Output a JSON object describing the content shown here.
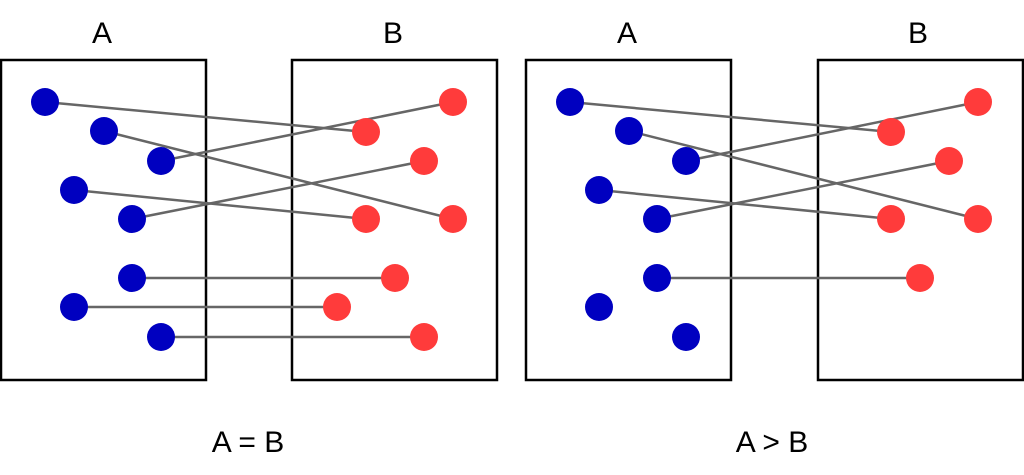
{
  "panels": [
    {
      "set_a_label": "A",
      "set_b_label": "B",
      "caption": "A = B",
      "a_count": 8,
      "b_count": 8,
      "pairs": [
        [
          0,
          1
        ],
        [
          1,
          3
        ],
        [
          2,
          0
        ],
        [
          3,
          4
        ],
        [
          4,
          2
        ],
        [
          5,
          5
        ],
        [
          6,
          6
        ],
        [
          7,
          7
        ]
      ]
    },
    {
      "set_a_label": "A",
      "set_b_label": "B",
      "caption": "A > B",
      "a_count": 8,
      "b_count": 6,
      "pairs": [
        [
          0,
          1
        ],
        [
          1,
          3
        ],
        [
          2,
          0
        ],
        [
          3,
          4
        ],
        [
          4,
          2
        ],
        [
          5,
          5
        ]
      ]
    }
  ],
  "colors": {
    "set_a_dot": "#0000c0",
    "set_b_dot": "#ff3b3b",
    "mapping_line": "#666666",
    "box_border": "#000000"
  }
}
